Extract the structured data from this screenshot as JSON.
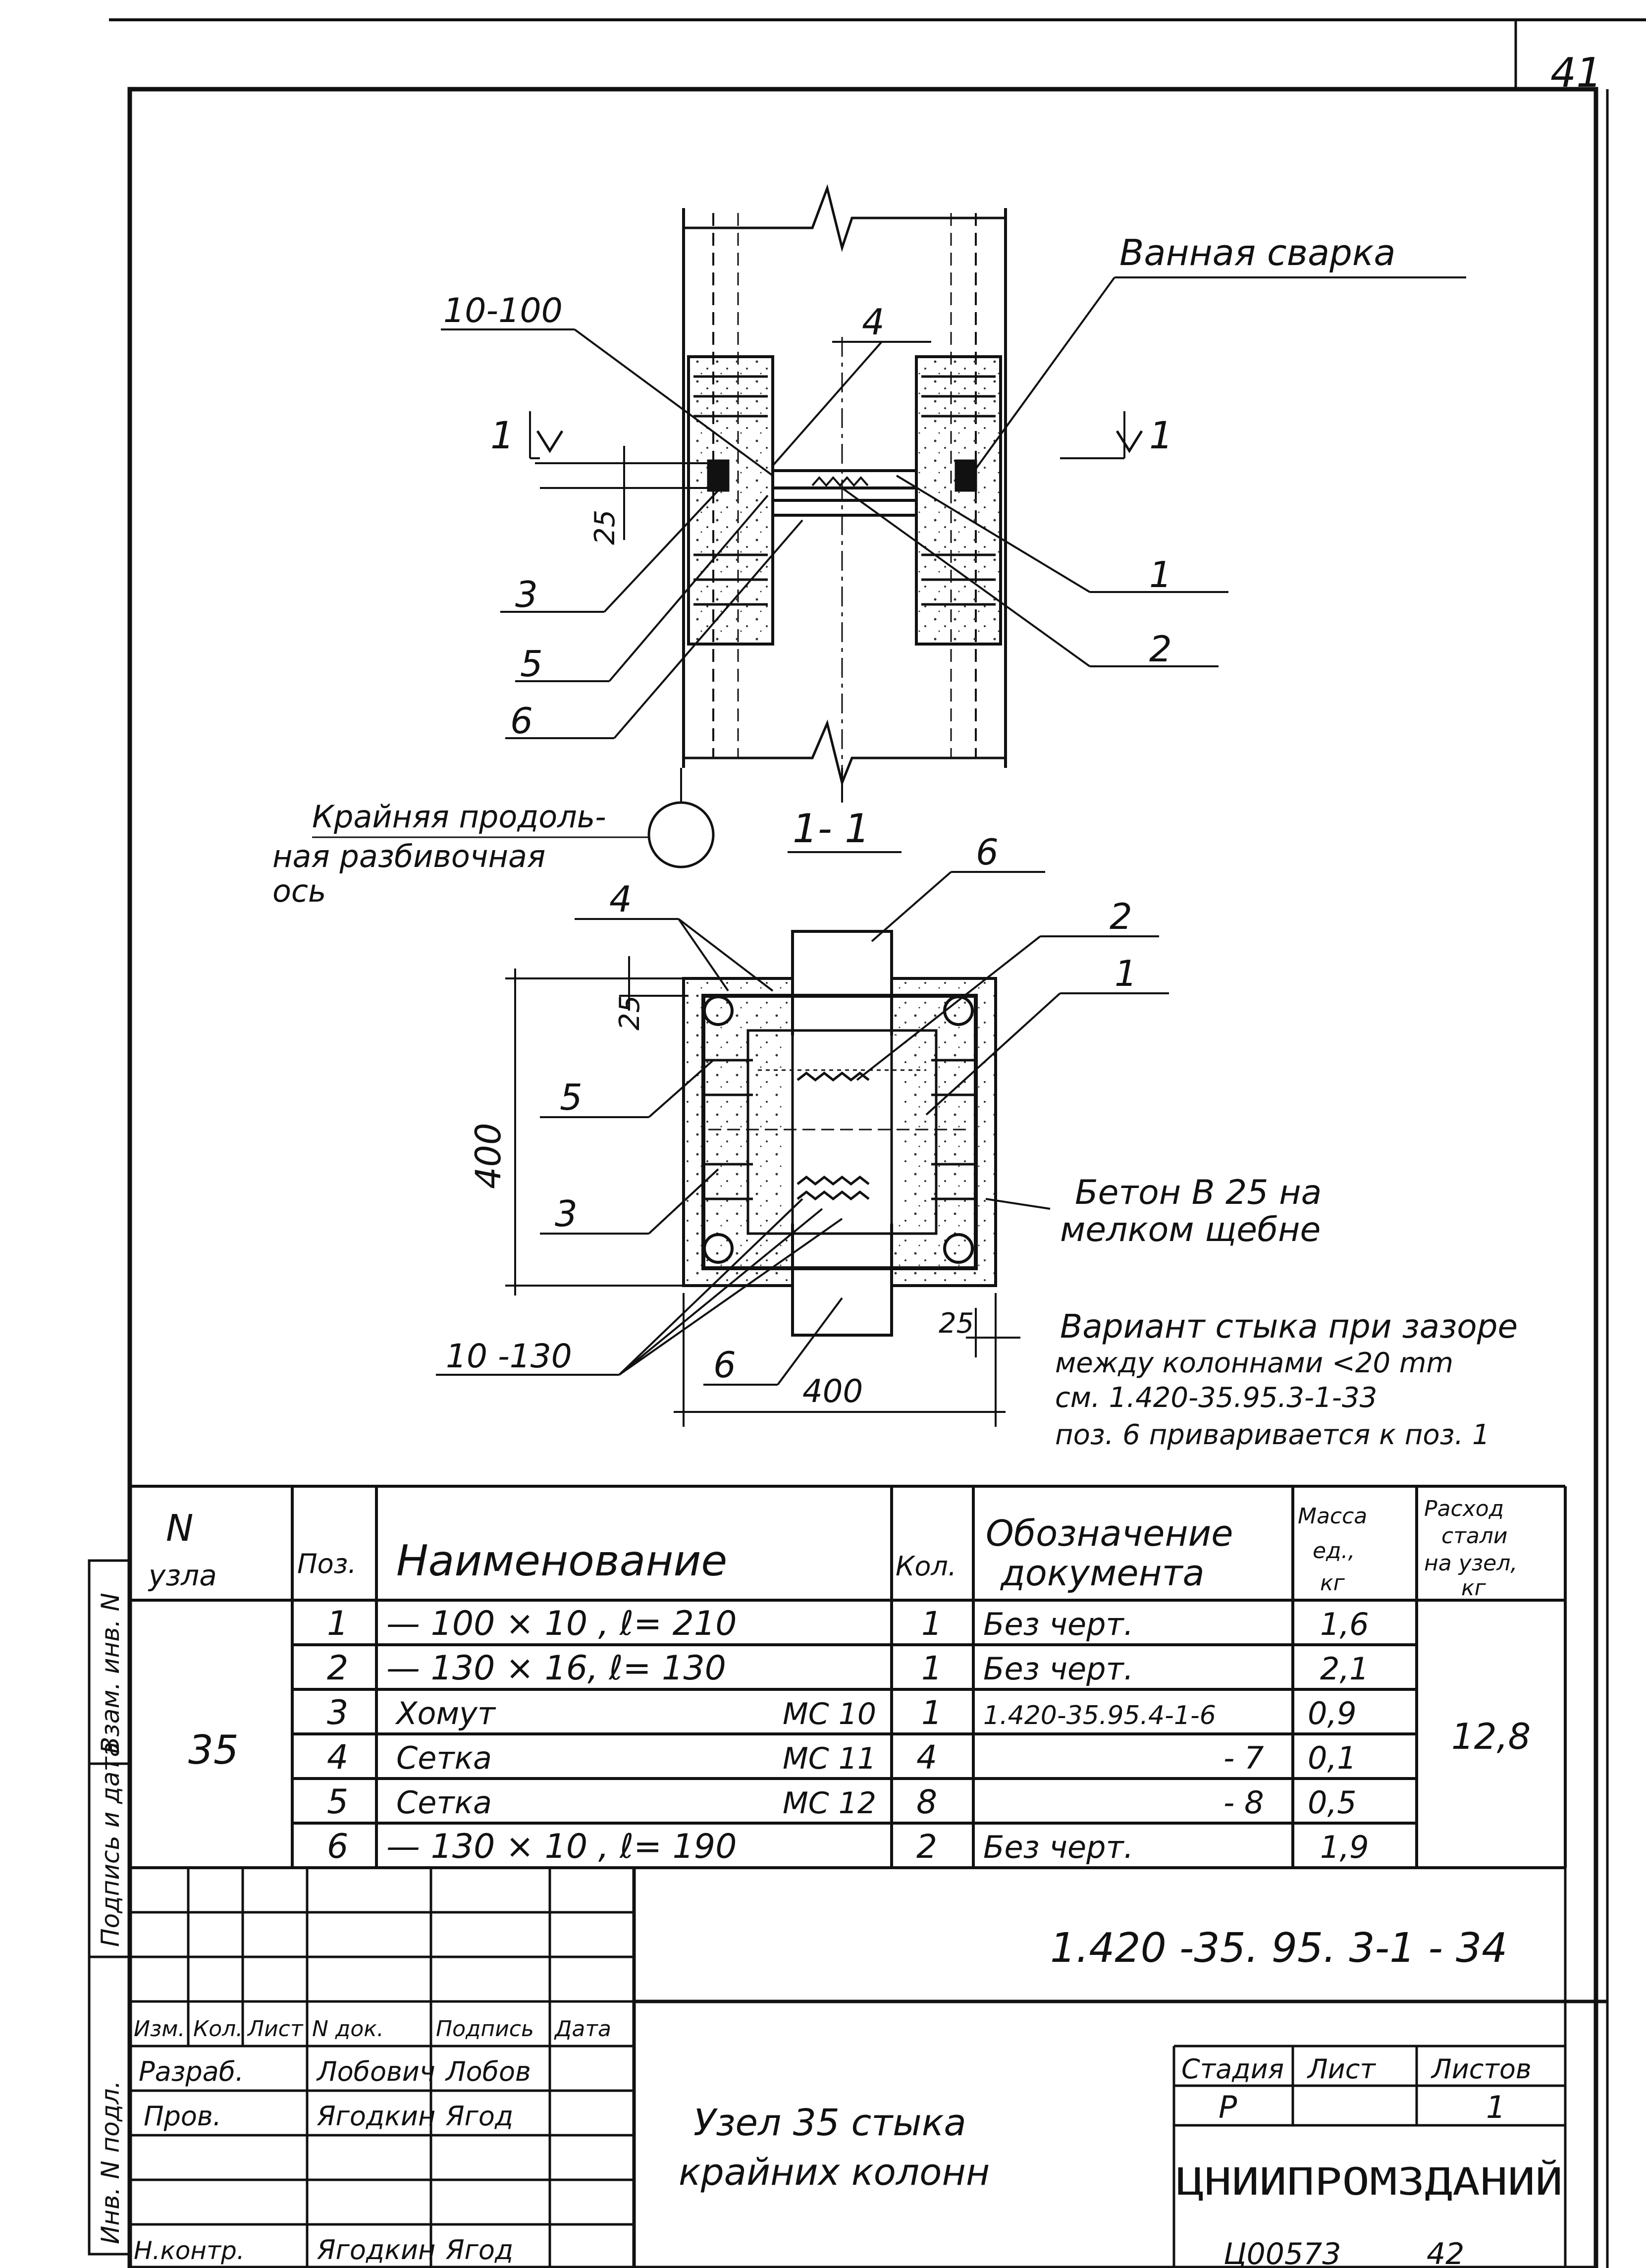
{
  "sheet_number": "41",
  "footer_code": "Ц00573",
  "footer_sheet": "42",
  "elevation": {
    "callouts": {
      "weld": "Ванная сварка",
      "mesh_spacing": "10-100",
      "pos_4": "4",
      "pos_3": "3",
      "pos_5": "5",
      "pos_6": "6",
      "pos_1": "1",
      "pos_2": "2"
    },
    "dimension_gap": "25",
    "section_mark_left": "1",
    "section_mark_right": "1",
    "axis_note": [
      "Крайняя продоль-",
      "ная разбивочная",
      "ось"
    ]
  },
  "section": {
    "title": "1- 1",
    "callouts": {
      "pos_6_top": "6",
      "pos_4": "4",
      "pos_2": "2",
      "pos_1": "1",
      "pos_5": "5",
      "pos_3": "3",
      "mesh_spacing": "10 -130",
      "pos_6_bottom": "6"
    },
    "dimension_top": "25",
    "dimension_height": "400",
    "dimension_width": "400",
    "dimension_right": "25",
    "concrete_note": [
      "Бетон В 25 на",
      "мелком щебне"
    ],
    "variant_note": [
      "Вариант стыка при зазоре",
      "между колоннами <20 mm",
      "см. 1.420-35.95.3-1-33",
      "поз. 6 приваривается к поз. 1"
    ]
  },
  "spec_table": {
    "headers": {
      "node": [
        "N",
        "узла"
      ],
      "pos": "Поз.",
      "name": "Наименование",
      "qty": "Кол.",
      "doc": [
        "Обозначение",
        "документа"
      ],
      "mass": [
        "Масса",
        "ед.,",
        "кг"
      ],
      "steel": [
        "Расход",
        "стали",
        "на узел,",
        "кг"
      ]
    },
    "node_number": "35",
    "steel_total": "12,8",
    "rows": [
      {
        "pos": "1",
        "name": "— 100 × 10 ,  ℓ= 210",
        "mark": "",
        "qty": "1",
        "doc": "Без черт.",
        "mass": "1,6"
      },
      {
        "pos": "2",
        "name": "— 130 × 16,  ℓ= 130",
        "mark": "",
        "qty": "1",
        "doc": "Без черт.",
        "mass": "2,1"
      },
      {
        "pos": "3",
        "name": "Хомут",
        "mark": "МС 10",
        "qty": "1",
        "doc": "1.420-35.95.4-1-6",
        "mass": "0,9"
      },
      {
        "pos": "4",
        "name": "Сетка",
        "mark": "МС 11",
        "qty": "4",
        "doc": "- 7",
        "mass": "0,1"
      },
      {
        "pos": "5",
        "name": "Сетка",
        "mark": "МС 12",
        "qty": "8",
        "doc": "- 8",
        "mass": "0,5"
      },
      {
        "pos": "6",
        "name": "— 130 × 10 ,  ℓ= 190",
        "mark": "",
        "qty": "2",
        "doc": "Без черт.",
        "mass": "1,9"
      }
    ]
  },
  "title_block": {
    "document_code": "1.420 -35. 95. 3-1 - 34",
    "title_lines": [
      "Узел 35   стыка",
      "крайних  колонн"
    ],
    "col_headers": [
      "Изм.",
      "Кол.",
      "Лист",
      "N док.",
      "Подпись",
      "Дата"
    ],
    "roles": [
      {
        "role": "Разраб.",
        "name": "Лобович",
        "sign": "Лобов"
      },
      {
        "role": "Пров.",
        "name": "Ягодкин",
        "sign": "Ягод"
      },
      {
        "role": "Н.контр.",
        "name": "Ягодкин",
        "sign": "Ягод"
      }
    ],
    "stage_label": "Стадия",
    "sheet_label": "Лист",
    "sheets_label": "Листов",
    "stage_value": "Р",
    "sheet_value": "",
    "sheets_value": "1",
    "organization": "ЦНИИПРОМЗДАНИЙ"
  },
  "margin_stamps": [
    "Взам. инв. N",
    "Подпись и дата",
    "Инв. N подл."
  ]
}
